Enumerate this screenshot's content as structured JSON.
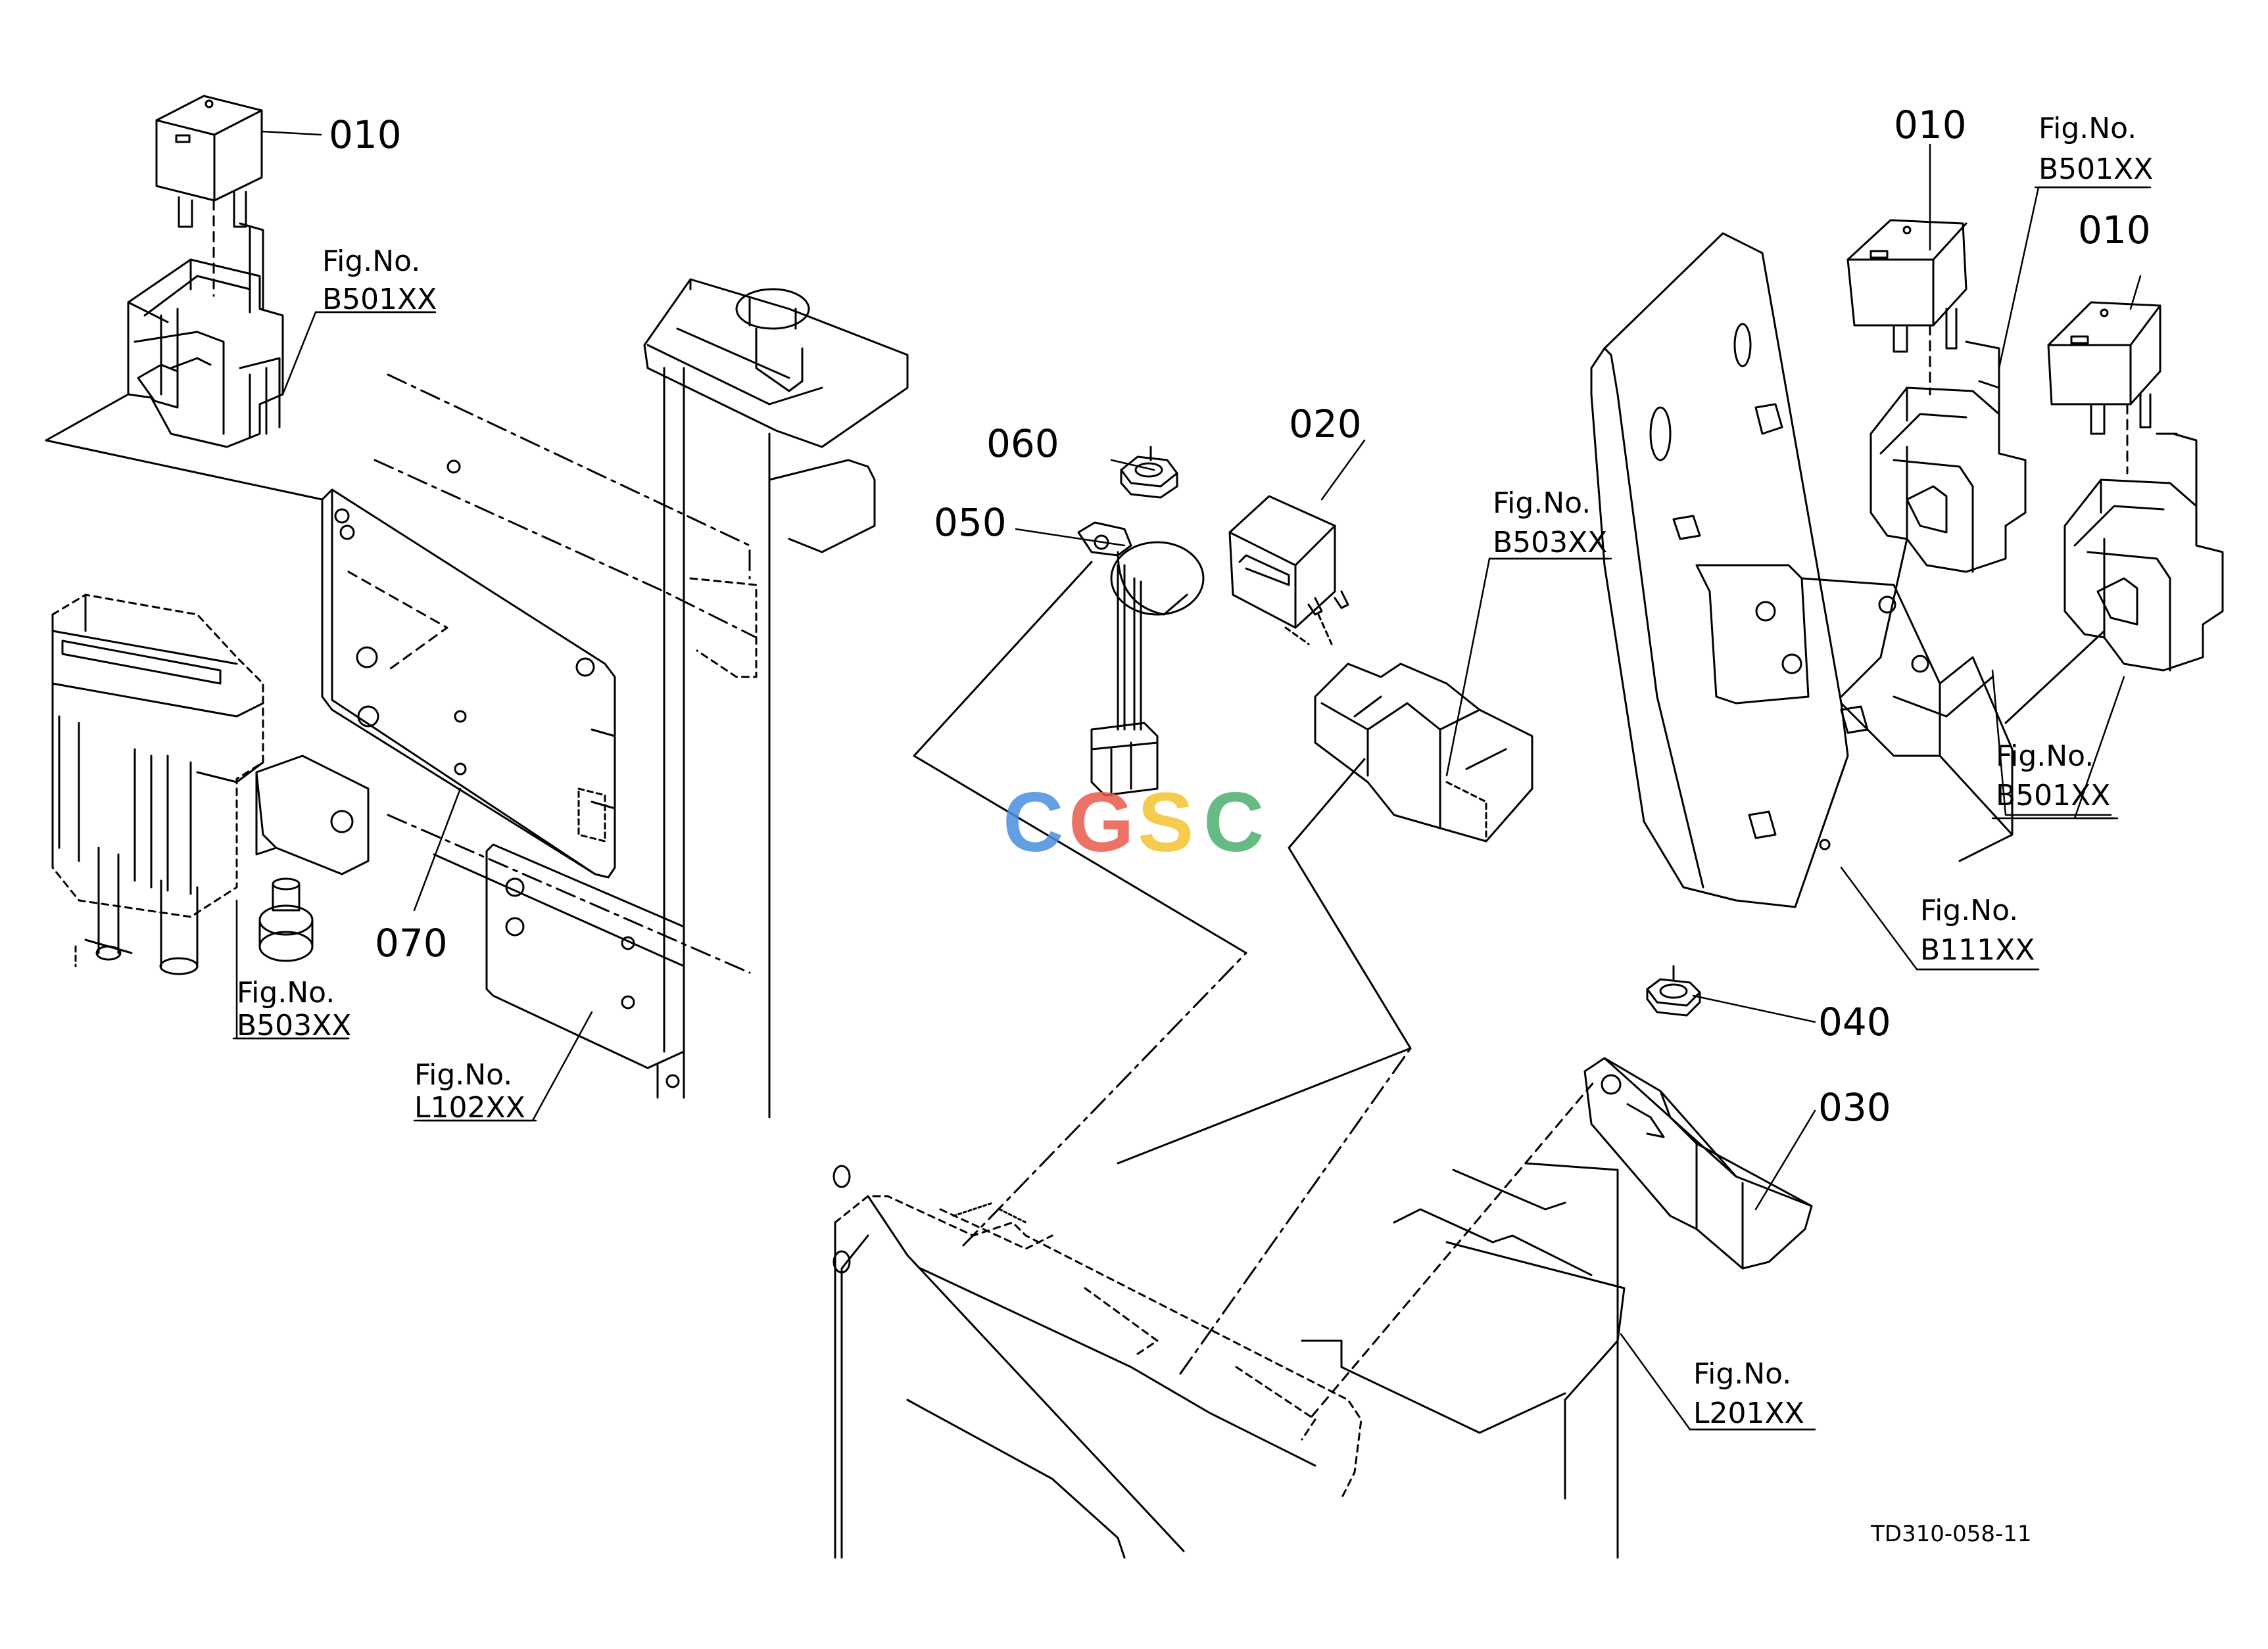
{
  "diagram_code": "TD310-058-11",
  "watermark": {
    "text": "CGSC",
    "letters": [
      {
        "char": "C",
        "color": "#4a8fe0"
      },
      {
        "char": "G",
        "color": "#ea5a4c"
      },
      {
        "char": "S",
        "color": "#f4c430"
      },
      {
        "char": "C",
        "color": "#4cae6e"
      }
    ]
  },
  "part_numbers": {
    "relay_left": "010",
    "relay_right_1": "010",
    "relay_right_2": "010",
    "relay_center": "020",
    "bracket": "030",
    "nut_right": "040",
    "buzzer": "050",
    "nut_center": "060",
    "plate": "070"
  },
  "figure_refs": {
    "b501_top_left": {
      "line1": "Fig.No.",
      "line2": "B501XX"
    },
    "b503_left": {
      "line1": "Fig.No.",
      "line2": "B503XX"
    },
    "l102": {
      "line1": "Fig.No.",
      "line2": "L102XX"
    },
    "b503_center": {
      "line1": "Fig.No.",
      "line2": "B503XX"
    },
    "b501_top_right": {
      "line1": "Fig.No.",
      "line2": "B501XX"
    },
    "b501_right": {
      "line1": "Fig.No.",
      "line2": "B501XX"
    },
    "b111": {
      "line1": "Fig.No.",
      "line2": "B111XX"
    },
    "l201": {
      "line1": "Fig.No.",
      "line2": "L201XX"
    }
  }
}
